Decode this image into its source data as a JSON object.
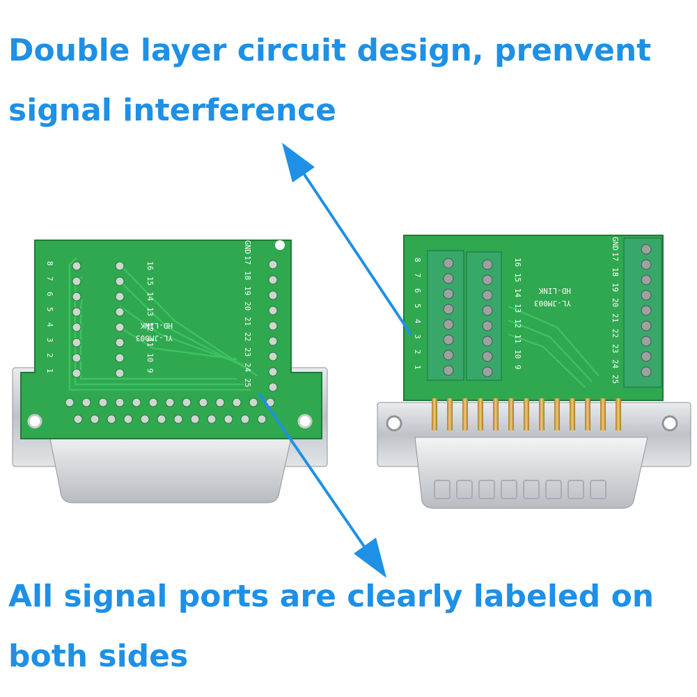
{
  "captions": {
    "top": "Double layer circuit design, prenvent signal interference",
    "bottom": "All signal ports are clearly labeled on both sides"
  },
  "board": {
    "model": "YL-JM003",
    "brand": "HD-LINK",
    "gnd_label": "GND",
    "pins_left": [
      "1",
      "2",
      "3",
      "4",
      "5",
      "6",
      "7",
      "8"
    ],
    "pins_mid": [
      "9",
      "10",
      "11",
      "12",
      "13",
      "14",
      "15",
      "16"
    ],
    "pins_right": [
      "17",
      "18",
      "19",
      "20",
      "21",
      "22",
      "23",
      "24",
      "25"
    ]
  },
  "colors": {
    "caption": "#1e90e6",
    "pcb": "#2fa84f",
    "terminal": "#38a86a",
    "metal": "#c9ccd0",
    "gold": "#d4a64a"
  }
}
